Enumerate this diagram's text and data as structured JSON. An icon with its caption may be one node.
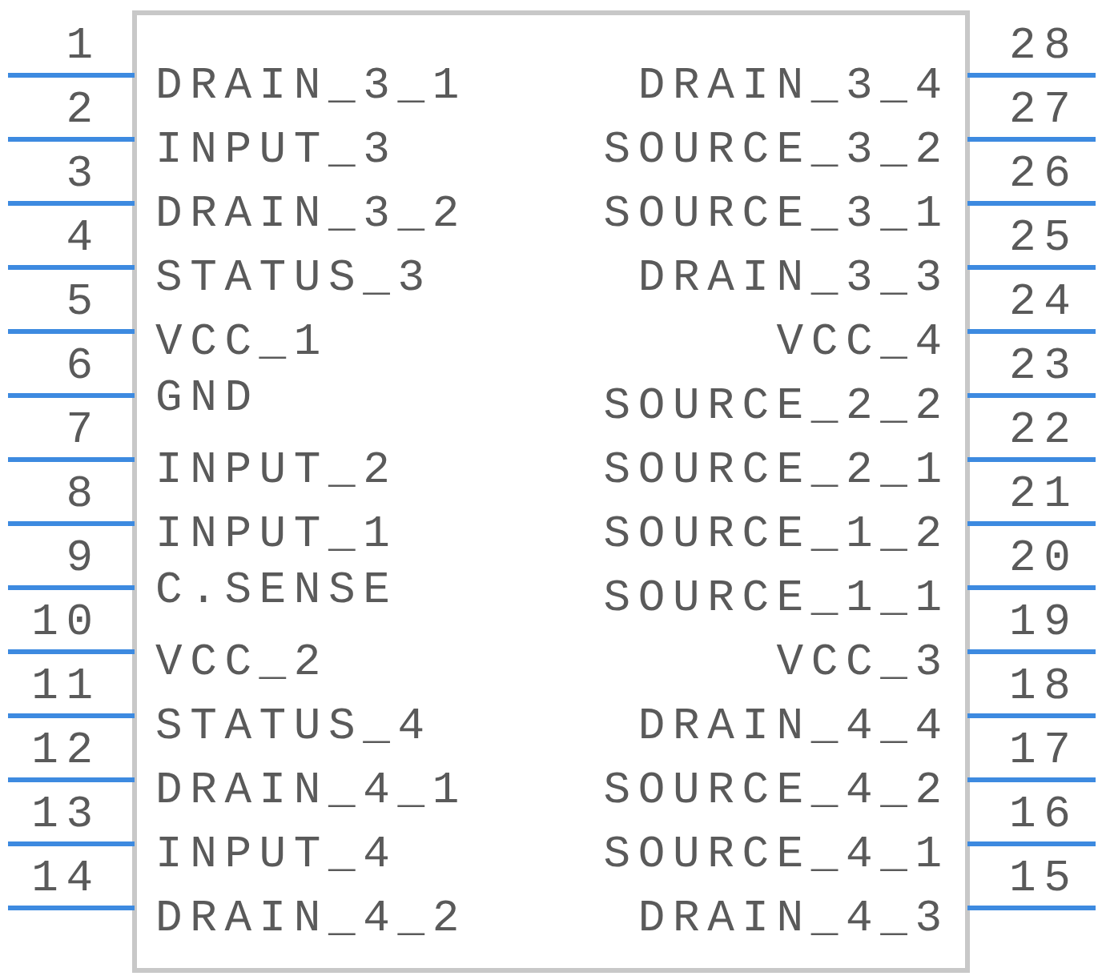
{
  "diagram": {
    "nodes": [
      {
        "text": [],
        "shape": "box"
      }
    ],
    "edges": [],
    "labels": [
      "1",
      "28",
      "DRAIN_3_1",
      "DRAIN_3_4",
      "2",
      "27",
      "INPUT_3",
      "SOURCE_3_2",
      "3",
      "26",
      "DRAIN_3_2",
      "SOURCE_3_1",
      "4",
      "25",
      "STATUS_3",
      "DRAIN_3_3",
      "5",
      "24",
      "VCC_1",
      "VCC_4",
      "6",
      "23",
      "GND",
      "SOURCE_2_2",
      "7",
      "22",
      "INPUT_2",
      "SOURCE_2_1",
      "8",
      "21",
      "INPUT_1",
      "SOURCE_1_2",
      "9",
      "20",
      "C.SENSE",
      "SOURCE_1_1",
      "10",
      "19",
      "VCC_2",
      "VCC_3",
      "11",
      "18",
      "STATUS_4",
      "DRAIN_4_4",
      "12",
      "17",
      "DRAIN_4_1",
      "SOURCE_4_2",
      "13",
      "16",
      "INPUT_4",
      "SOURCE_4_1",
      "14",
      "15",
      "DRAIN_4_2",
      "DRAIN_4_3"
    ]
  }
}
